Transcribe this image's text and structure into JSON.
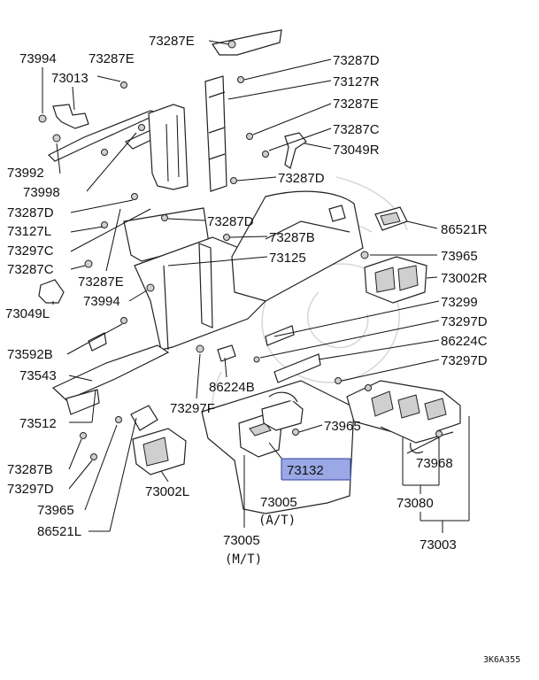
{
  "labels": {
    "l73287E_top": "73287E",
    "l73994_tl": "73994",
    "l73287E_tl": "73287E",
    "l73013": "73013",
    "l73992": "73992",
    "l73998": "73998",
    "l73287D_left": "73287D",
    "l73127L": "73127L",
    "l73297C": "73297C",
    "l73287C_left": "73287C",
    "l73287E_mid": "73287E",
    "l73049L": "73049L",
    "l73994_mid": "73994",
    "l73592B": "73592B",
    "l73543": "73543",
    "l73512": "73512",
    "l73287B_bot": "73287B",
    "l73297D_bot": "73297D",
    "l73965_left": "73965",
    "l86521L": "86521L",
    "l73002L": "73002L",
    "l73287D_tr": "73287D",
    "l73127R": "73127R",
    "l73287E_tr": "73287E",
    "l73287C_tr": "73287C",
    "l73049R": "73049R",
    "l73287D_r2": "73287D",
    "l73287D_center": "73287D",
    "l73287B_center": "73287B",
    "l73125": "73125",
    "l86521R": "86521R",
    "l73965_r": "73965",
    "l73002R": "73002R",
    "l73299": "73299",
    "l73297D_r1": "73297D",
    "l86224C": "86224C",
    "l73297D_r2": "73297D",
    "l86224B": "86224B",
    "l73297F": "73297F",
    "l73965_br": "73965",
    "l73968": "73968",
    "l73132": "73132",
    "l73005_at": "73005",
    "l73080": "73080",
    "l73005_mt": "73005",
    "l73003": "73003"
  },
  "captions": {
    "at": "(A/T)",
    "mt": "(M/T)"
  },
  "highlight": {
    "part": "73132",
    "color": "#9aa8e6"
  },
  "drawing_code": "3K6A355"
}
